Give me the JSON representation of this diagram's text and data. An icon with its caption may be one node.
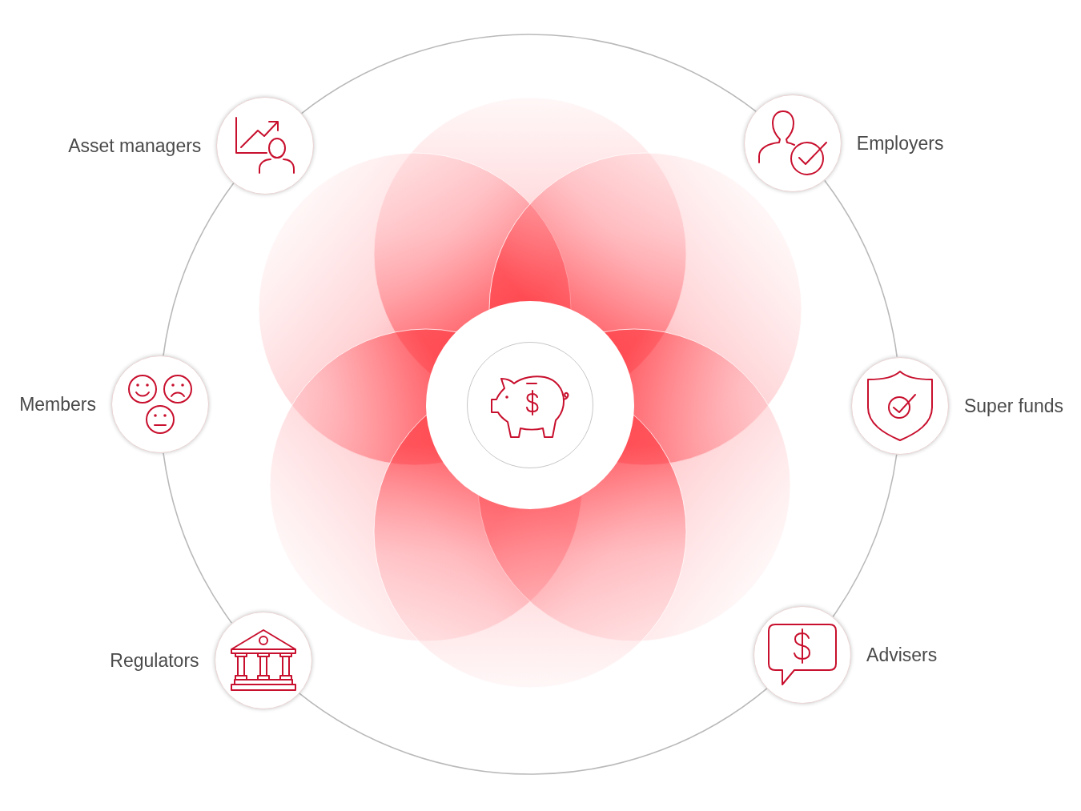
{
  "diagram": {
    "nodes": [
      {
        "text": [
          "Asset managers"
        ]
      },
      {
        "text": [
          "Employers"
        ]
      },
      {
        "text": [
          "Members"
        ]
      },
      {
        "text": [],
        "shape": "circle"
      },
      {
        "text": [
          "Super funds"
        ]
      },
      {
        "text": [
          "Regulators"
        ]
      },
      {
        "text": [
          "Advisers"
        ]
      }
    ],
    "edges": [
      {
        "from": 0,
        "to": 1,
        "arrow": "none"
      },
      {
        "from": 1,
        "to": 4,
        "arrow": "none"
      },
      {
        "from": 4,
        "to": 6,
        "arrow": "none"
      },
      {
        "from": 6,
        "to": 5,
        "arrow": "none"
      },
      {
        "from": 5,
        "to": 2,
        "arrow": "none"
      },
      {
        "from": 2,
        "to": 0,
        "arrow": "none"
      }
    ]
  }
}
